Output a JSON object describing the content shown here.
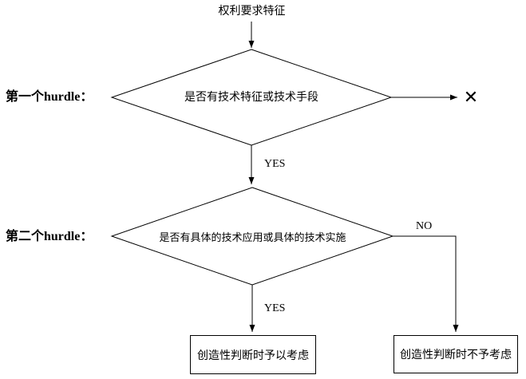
{
  "diagram": {
    "background_color": "#ffffff",
    "line_color": "#000000",
    "start_label": "权利要求特征",
    "hurdle1": {
      "name_label": "第一个hurdle：",
      "question": "是否有技术特征或技术手段",
      "yes_label": "YES",
      "reject_mark": "✕"
    },
    "hurdle2": {
      "name_label": "第二个hurdle：",
      "question": "是否有具体的技术应用或具体的技术实施",
      "yes_label": "YES",
      "no_label": "NO"
    },
    "outcomes": {
      "considered": "创造性判断时予以考虑",
      "not_considered": "创造性判断时不予考虑"
    }
  }
}
